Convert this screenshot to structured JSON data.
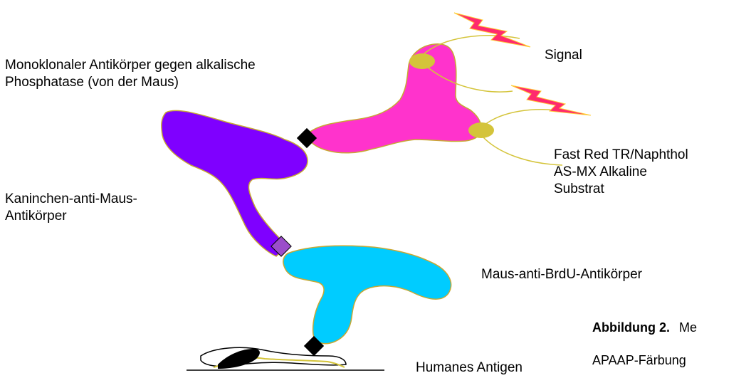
{
  "labels": {
    "monoclonal_line1": "Monoklonaler Antikörper gegen alkalische",
    "monoclonal_line2": "Phosphatase (von der Maus)",
    "signal": "Signal",
    "fastred_line1": "Fast Red TR/Naphthol",
    "fastred_line2": "AS-MX Alkaline",
    "fastred_line3": "Substrat",
    "rabbit_line1": "Kaninchen-anti-Maus-",
    "rabbit_line2": "Antikörper",
    "brdu": "Maus-anti-BrdU-Antikörper",
    "antigen": "Humanes Antigen"
  },
  "caption": {
    "prefix": "Abbildung  2.",
    "suffix": "Me",
    "line2": "APAAP-Färbung"
  },
  "colors": {
    "magenta_antibody": "#ff33cc",
    "violet_antibody": "#7f00ff",
    "cyan_antibody": "#00ccff",
    "outline": "#c8a832",
    "enzyme": "#d4c43a",
    "lightning": "#ff2a6e",
    "linker_black": "#000000",
    "linker_purple": "#9b4dca"
  }
}
